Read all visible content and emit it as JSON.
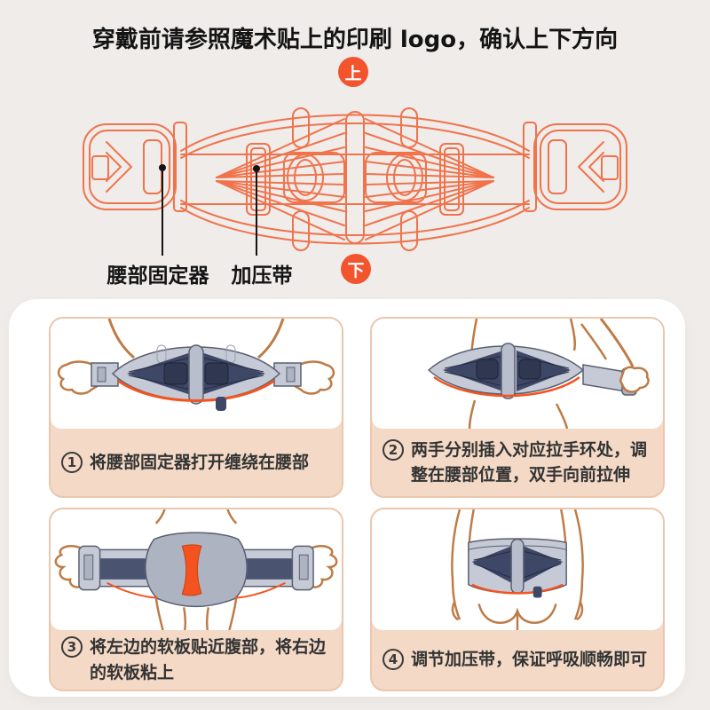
{
  "header": {
    "title": "穿戴前请参照魔术贴上的印刷 logo，确认上下方向"
  },
  "orientation": {
    "top_badge": "上",
    "bottom_badge": "下"
  },
  "diagram": {
    "part_labels": [
      {
        "name": "waist-fixator",
        "text": "腰部固定器"
      },
      {
        "name": "compression-band",
        "text": "加压带"
      }
    ]
  },
  "steps": [
    {
      "number": "1",
      "caption": "将腰部固定器打开缠绕在腰部"
    },
    {
      "number": "2",
      "caption": "两手分别插入对应拉手环处，调整在腰部位置，双手向前拉伸"
    },
    {
      "number": "3",
      "caption": "将左边的软板贴近腹部，将右边的软板粘上"
    },
    {
      "number": "4",
      "caption": "调节加压带，保证呼吸顺畅即可"
    }
  ],
  "colors": {
    "accent_orange": "#F2542D",
    "line_art_orange": "#F0734C",
    "page_background": "#EFECEA",
    "card_background": "#FFFFFF",
    "panel_caption_background": "#F3D9C6",
    "panel_border": "#EBC7AE",
    "caption_text": "#333333",
    "belt_light_gray": "#C6CAD6",
    "belt_dark_navy": "#3E4765",
    "skin_line": "#BE7B45"
  }
}
